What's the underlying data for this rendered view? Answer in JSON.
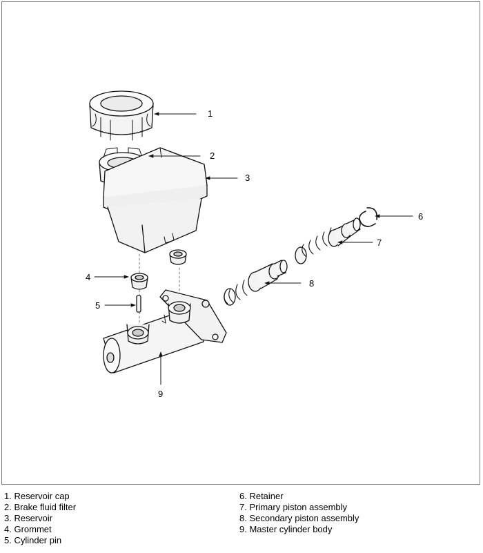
{
  "callouts": [
    "1",
    "2",
    "3",
    "4",
    "5",
    "6",
    "7",
    "8",
    "9"
  ],
  "legend": {
    "left": [
      "1. Reservoir cap",
      "2. Brake fluid filter",
      "3. Reservoir",
      "4. Grommet",
      "5. Cylinder pin"
    ],
    "right": [
      "6. Retainer",
      "7. Primary piston assembly",
      "8. Secondary piston assembly",
      "9. Master cylinder body"
    ]
  }
}
